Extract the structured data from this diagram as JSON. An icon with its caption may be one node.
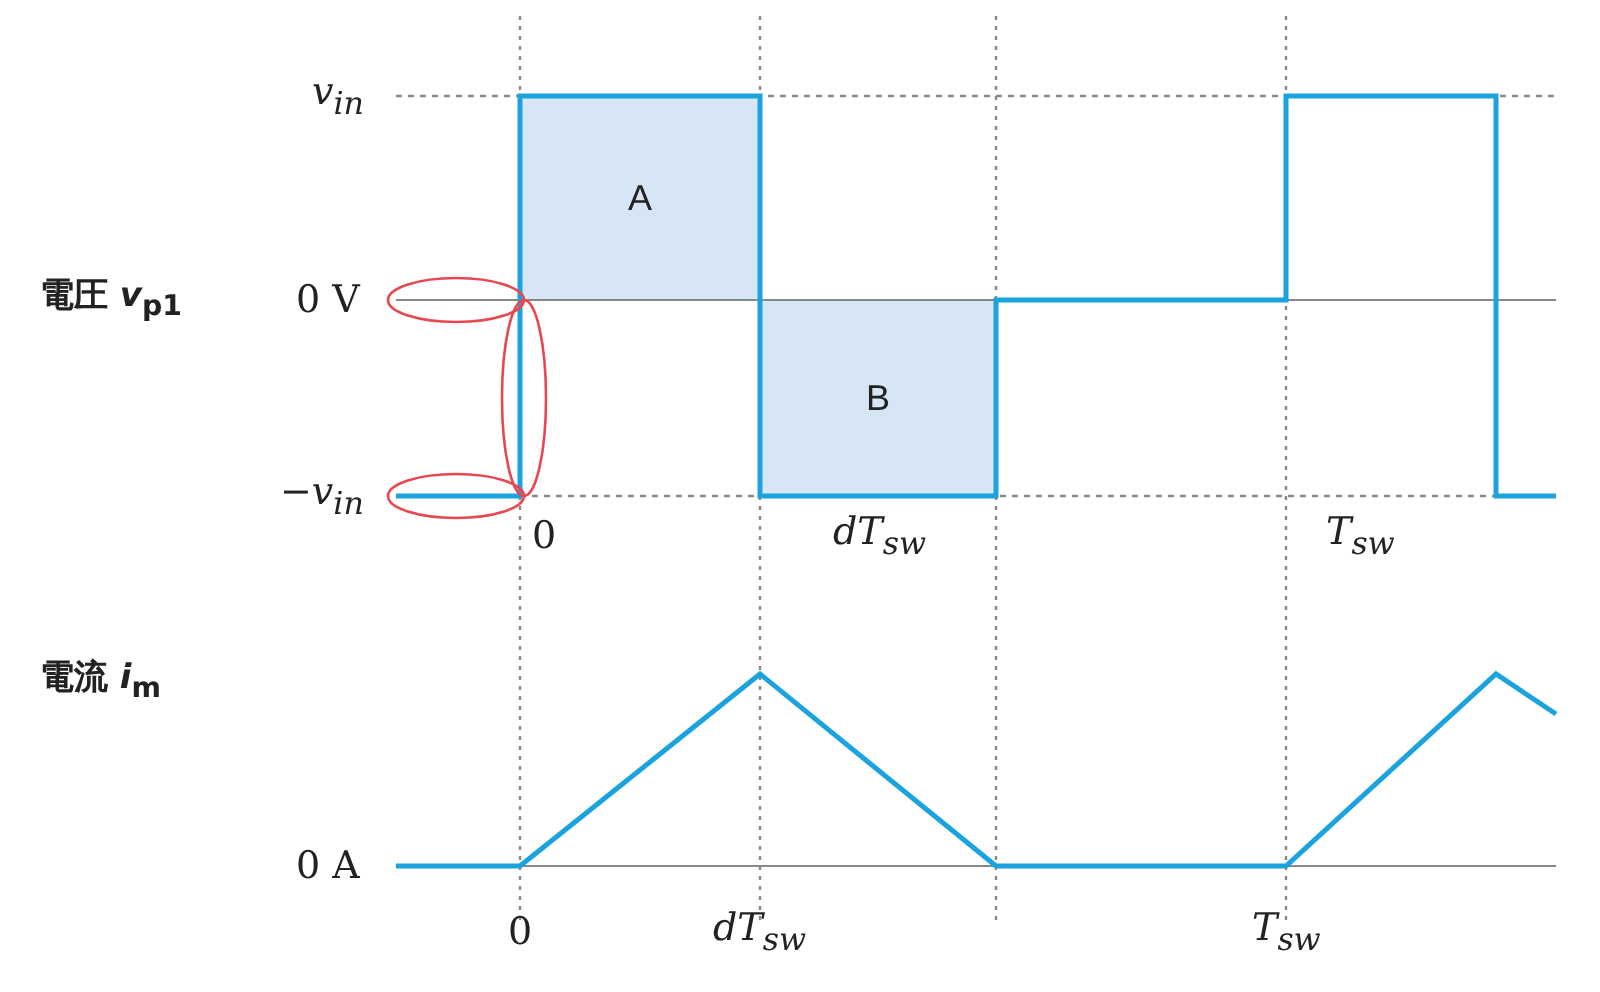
{
  "diagram": {
    "nodes": [
      {
        "text": [
          "A"
        ]
      },
      {
        "text": [
          "B"
        ]
      }
    ],
    "labels": [
      "v$_{in}$",
      "電圧 *v*$_{p1}$",
      "0 V",
      "−v$_{in}$",
      "0",
      "dT$_{sw}$",
      "T$_{sw}$",
      "電流 *i*$_{m}$",
      "0 A",
      "0",
      "dT$_{sw}$",
      "T$_{sw}$"
    ]
  }
}
